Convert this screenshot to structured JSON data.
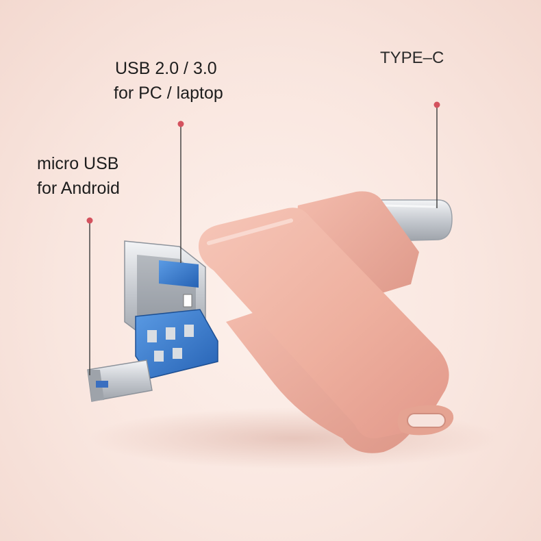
{
  "labels": {
    "usb_line1": "USB 2.0 / 3.0",
    "usb_line2": "for PC / laptop",
    "micro_line1": "micro USB",
    "micro_line2": "for Android",
    "typec": "TYPE–C"
  },
  "colors": {
    "background": "#f9e6df",
    "body_rose_gold": "#eeb2a2",
    "connector_blue": "#3c7fd0",
    "metal": "#c9cdd3",
    "pointer_dot": "#d4525e",
    "pointer_line": "#3a3a3a"
  }
}
